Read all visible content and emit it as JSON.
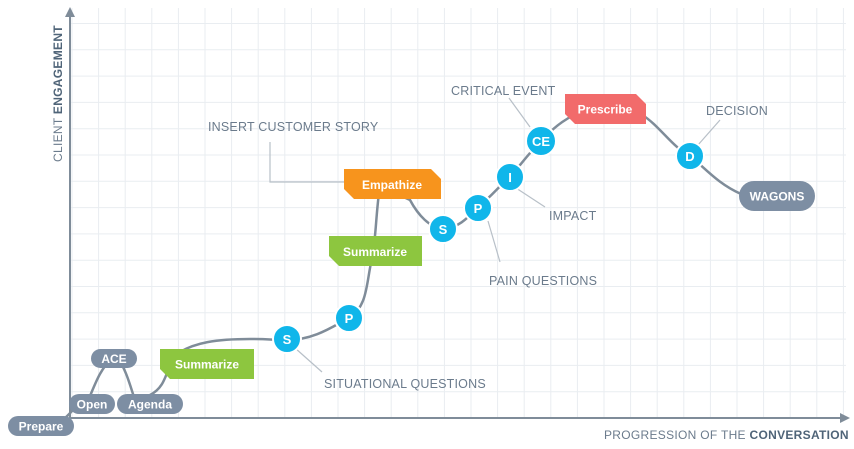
{
  "axes": {
    "y_label_prefix": "CLIENT ",
    "y_label_bold": "ENGAGEMENT",
    "x_label_prefix": "PROGRESSION OF THE ",
    "x_label_bold": "CONVERSATION"
  },
  "pills": {
    "prepare": "Prepare",
    "open": "Open",
    "ace": "ACE",
    "agenda": "Agenda",
    "wagons": "WAGONS"
  },
  "tags": {
    "summarize_1": "Summarize",
    "summarize_2": "Summarize",
    "empathize": "Empathize",
    "prescribe": "Prescribe"
  },
  "circles": {
    "s1": "S",
    "p1": "P",
    "s2": "S",
    "p2": "P",
    "i": "I",
    "ce": "CE",
    "d": "D"
  },
  "annotations": {
    "situational": "SITUATIONAL QUESTIONS",
    "customer_story": "INSERT CUSTOMER STORY",
    "pain": "PAIN QUESTIONS",
    "impact": "IMPACT",
    "critical_event": "CRITICAL EVENT",
    "decision": "DECISION"
  },
  "colors": {
    "grid": "#e9edf1",
    "axis": "#7f8c99",
    "curve": "#7f8c99",
    "pill": "#7d8ea3",
    "circle": "#10b6ea",
    "summarize": "#8dc63f",
    "empathize": "#f7941d",
    "prescribe": "#f26b6b",
    "leader": "#b8c0c8"
  }
}
